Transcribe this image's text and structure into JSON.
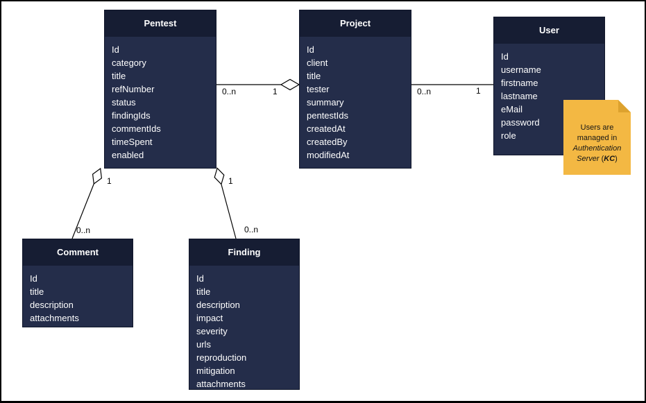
{
  "diagram": {
    "type": "uml-entity-diagram",
    "colors": {
      "entity_header_bg": "#161d33",
      "entity_body_bg": "#242d4a",
      "entity_border": "#10162a",
      "entity_text": "#ffffff",
      "line": "#000000",
      "note_bg": "#f3b843",
      "note_fold": "#dda22e",
      "frame": "#000000",
      "bg": "#ffffff"
    },
    "entities": [
      {
        "name": "Pentest",
        "fields": [
          "Id",
          "category",
          "title",
          "refNumber",
          "status",
          "findingIds",
          "commentIds",
          "timeSpent",
          "enabled"
        ]
      },
      {
        "name": "Project",
        "fields": [
          "Id",
          "client",
          "title",
          "tester",
          "summary",
          "pentestIds",
          "createdAt",
          "createdBy",
          "modifiedAt"
        ]
      },
      {
        "name": "User",
        "fields": [
          "Id",
          "username",
          "firstname",
          "lastname",
          "eMail",
          "password",
          "role"
        ]
      },
      {
        "name": "Comment",
        "fields": [
          "Id",
          "title",
          "description",
          "attachments"
        ]
      },
      {
        "name": "Finding",
        "fields": [
          "Id",
          "title",
          "description",
          "impact",
          "severity",
          "urls",
          "reproduction",
          "mitigation",
          "attachments"
        ]
      }
    ],
    "relationships": [
      {
        "from": "Pentest",
        "to": "Project",
        "type": "aggregation",
        "diamond_at": "Project",
        "from_label": "0..n",
        "to_label": "1"
      },
      {
        "from": "Project",
        "to": "User",
        "type": "association",
        "from_label": "0..n",
        "to_label": "1"
      },
      {
        "from": "Pentest",
        "to": "Comment",
        "type": "aggregation",
        "diamond_at": "Pentest",
        "from_label": "1",
        "to_label": "0..n"
      },
      {
        "from": "Pentest",
        "to": "Finding",
        "type": "aggregation",
        "diamond_at": "Pentest",
        "from_label": "1",
        "to_label": "0..n"
      }
    ],
    "note": {
      "line1": "Users are",
      "line2": "managed in",
      "line3": "Authentication",
      "line4_server": "Server",
      "line4_open": " (",
      "line4_kc": "KC",
      "line4_close": ")"
    }
  }
}
